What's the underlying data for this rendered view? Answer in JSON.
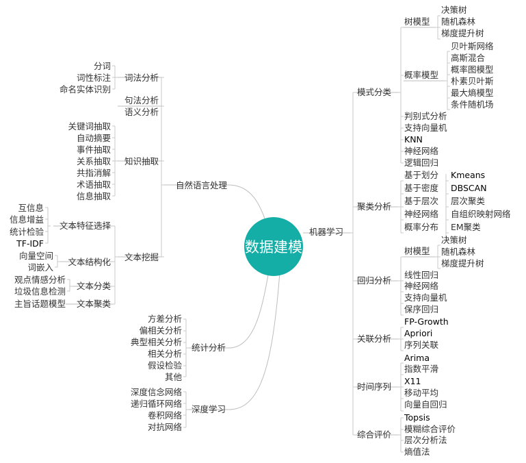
{
  "colors": {
    "center_fill": "#14aea7",
    "center_text": "#ffffff",
    "lines": "#c8c8c8"
  },
  "center": {
    "label": "数据建模"
  },
  "left": {
    "nlp": {
      "label": "自然语言处理",
      "lexical": {
        "label": "词法分析",
        "items": [
          "分词",
          "词性标注",
          "命名实体识别"
        ]
      },
      "syntax": {
        "label": "句法分析"
      },
      "semantic": {
        "label": "语义分析"
      },
      "knowledge": {
        "label": "知识抽取",
        "items": [
          "关键词抽取",
          "自动摘要",
          "事件抽取",
          "关系抽取",
          "共指消解",
          "术语抽取",
          "信息抽取"
        ]
      },
      "textmining": {
        "label": "文本挖掘",
        "feature": {
          "label": "文本特征选择",
          "items": [
            "互信息",
            "信息增益",
            "统计检验",
            "TF-IDF"
          ]
        },
        "structure": {
          "label": "文本结构化",
          "items": [
            "向量空间",
            "词嵌入"
          ]
        },
        "classify": {
          "label": "文本分类",
          "items": [
            "观点情感分析",
            "垃圾信息检测"
          ]
        },
        "cluster": {
          "label": "文本聚类",
          "items": [
            "主旨话题模型"
          ]
        }
      }
    },
    "stats": {
      "label": "统计分析",
      "items": [
        "方差分析",
        "偏相关分析",
        "典型相关分析",
        "相关分析",
        "假设检验",
        "其他"
      ]
    },
    "dl": {
      "label": "深度学习",
      "items": [
        "深度信念网络",
        "递归循环网络",
        "卷积网络",
        "对抗网络"
      ]
    }
  },
  "right": {
    "ml": {
      "label": "机器学习"
    },
    "pattern": {
      "label": "模式分类",
      "tree": {
        "label": "树模型",
        "items": [
          "决策树",
          "随机森林",
          "梯度提升树"
        ]
      },
      "prob": {
        "label": "概率模型",
        "items": [
          "贝叶斯网络",
          "高斯混合",
          "概率图模型",
          "朴素贝叶斯",
          "最大熵模型",
          "条件随机场"
        ]
      },
      "others": [
        "判别式分析",
        "支持向量机",
        "KNN",
        "神经网络",
        "逻辑回归"
      ]
    },
    "cluster": {
      "label": "聚类分析",
      "rows": [
        {
          "label": "基于划分",
          "value": "Kmeans"
        },
        {
          "label": "基于密度",
          "value": "DBSCAN"
        },
        {
          "label": "基于层次",
          "value": "层次聚类"
        },
        {
          "label": "神经网络",
          "value": "自组织映射网络"
        },
        {
          "label": "概率分布",
          "value": "EM聚类"
        }
      ]
    },
    "regression": {
      "label": "回归分析",
      "tree": {
        "label": "树模型",
        "items": [
          "决策树",
          "随机森林",
          "梯度提升树"
        ]
      },
      "others": [
        "线性回归",
        "神经网络",
        "支持向量机",
        "保序回归"
      ]
    },
    "assoc": {
      "label": "关联分析",
      "items": [
        "FP-Growth",
        "Apriori",
        "序列关联"
      ]
    },
    "timeseries": {
      "label": "时间序列",
      "items": [
        "Arima",
        "指数平滑",
        "X11",
        "移动平均",
        "向量自回归"
      ]
    },
    "eval": {
      "label": "综合评价",
      "items": [
        "Topsis",
        "模糊综合评价",
        "层次分析法",
        "熵值法"
      ]
    }
  }
}
